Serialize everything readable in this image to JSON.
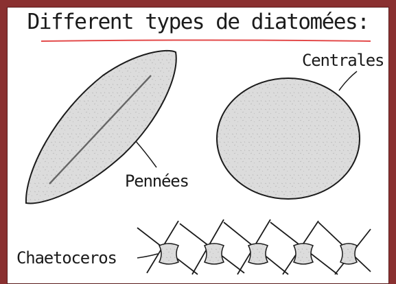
{
  "title": "Different types de diatomées:",
  "labels": {
    "pennees": "Pennées",
    "centrales": "Centrales",
    "chaetoceros": "Chaetoceros"
  },
  "colors": {
    "border": "#8a3030",
    "underline": "#e34a4a",
    "cell_fill": "#dcdcdc",
    "stroke": "#1b1b1b"
  }
}
